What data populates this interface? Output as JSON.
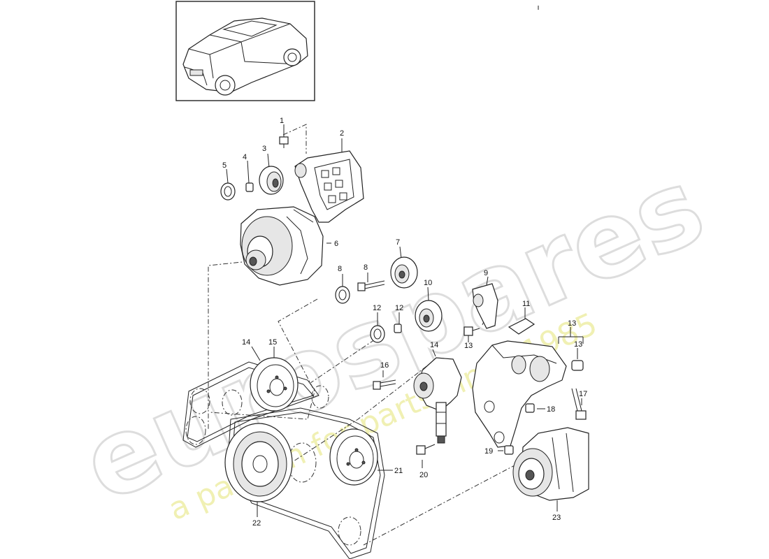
{
  "watermark": {
    "brand": "eurospares",
    "tagline": "a passion for parts since 1985"
  },
  "thumbnail": {
    "icon": "car-suv-icon"
  },
  "part_labels": [
    "1",
    "2",
    "3",
    "4",
    "5",
    "6",
    "7",
    "8",
    "8",
    "9",
    "10",
    "11",
    "12",
    "12",
    "13",
    "13",
    "13",
    "14",
    "14",
    "15",
    "16",
    "17",
    "18",
    "19",
    "20",
    "21",
    "22",
    "23"
  ],
  "colors": {
    "line": "#222222",
    "watermark": "#dadada",
    "tagline": "#ecec9a"
  }
}
